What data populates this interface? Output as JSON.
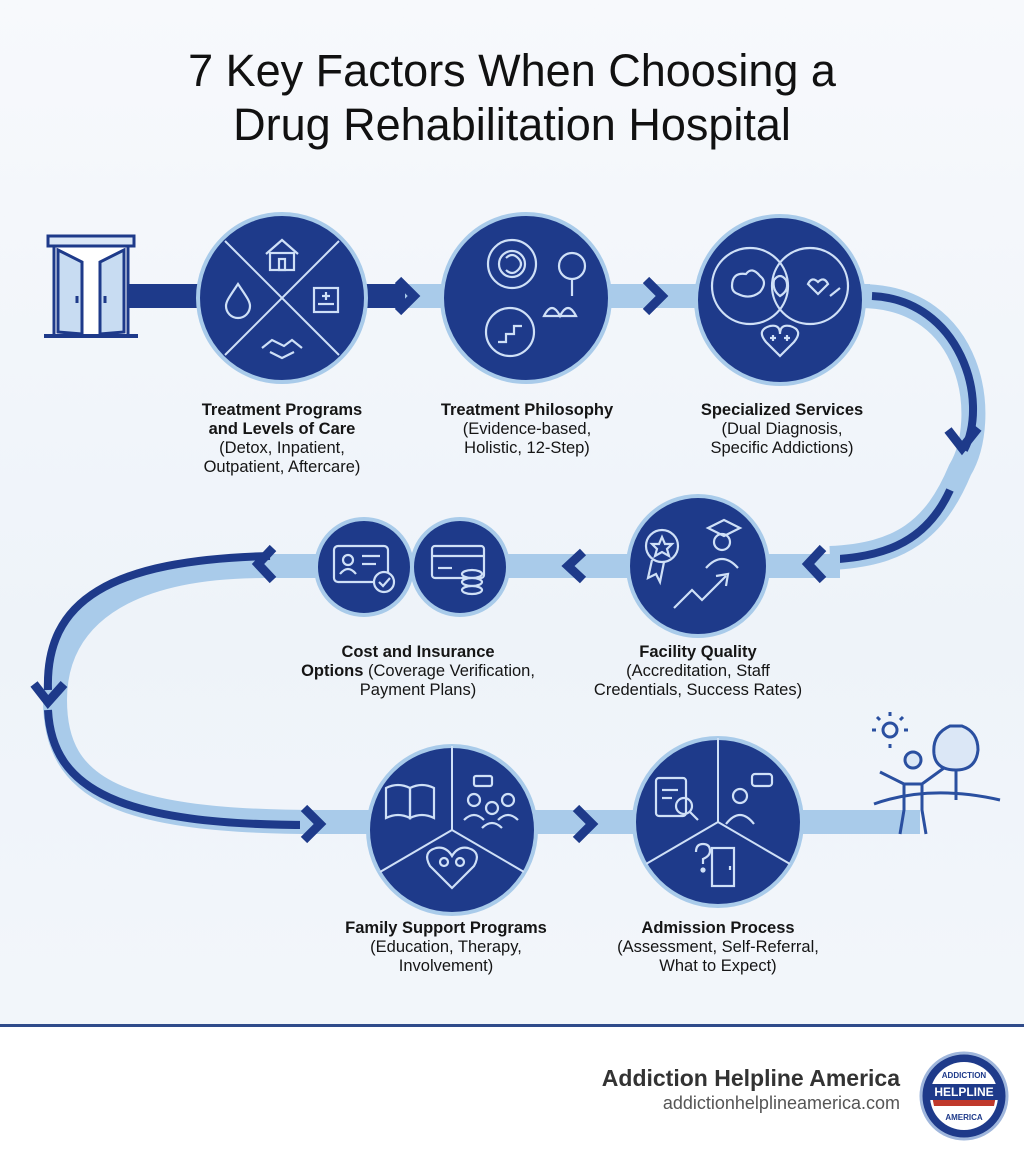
{
  "title": {
    "line1": "7 Key Factors When Choosing a",
    "line2": "Drug Rehabilitation Hospital"
  },
  "colors": {
    "navy": "#1e3a8a",
    "light_path": "#a9cbea",
    "icon_stroke": "#cfe0f7"
  },
  "factors": [
    {
      "title_line1": "Treatment Programs",
      "title_line2": "and Levels of Care",
      "detail_line1": "(Detox, Inpatient,",
      "detail_line2": "Outpatient, Aftercare)",
      "icons": [
        "house-icon",
        "water-drop-icon",
        "hospital-icon",
        "handshake-icon"
      ]
    },
    {
      "title_line1": "Treatment Philosophy",
      "detail_line1": "(Evidence-based,",
      "detail_line2": "Holistic, 12-Step)",
      "icons": [
        "brain-gear-icon",
        "tree-icon",
        "lotus-icon",
        "stairs-cycle-icon"
      ]
    },
    {
      "title_line1": "Specialized Services",
      "detail_line1": "(Dual Diagnosis,",
      "detail_line2": "Specific Addictions)",
      "icons": [
        "brain-icon",
        "heart-pill-icon",
        "heart-plus-icon"
      ]
    },
    {
      "title_line1": "Facility Quality",
      "detail_line1": "(Accreditation, Staff",
      "detail_line2": "Credentials, Success Rates)",
      "icons": [
        "award-badge-icon",
        "graduate-icon",
        "trend-up-icon"
      ]
    },
    {
      "title_line1": "Cost and Insurance",
      "title_line2": "Options",
      "detail_inline": "(Coverage Verification,",
      "detail_line2": "Payment Plans)",
      "icons": [
        "id-card-check-icon",
        "credit-card-coins-icon"
      ]
    },
    {
      "title_line1": "Family Support Programs",
      "detail_line1": "(Education, Therapy,",
      "detail_line2": "Involvement)",
      "icons": [
        "book-icon",
        "group-chat-icon",
        "family-heart-icon"
      ]
    },
    {
      "title_line1": "Admission Process",
      "detail_line1": "(Assessment, Self-Referral,",
      "detail_line2": "What to Expect)",
      "icons": [
        "clipboard-search-icon",
        "phone-call-icon",
        "door-question-icon"
      ]
    }
  ],
  "start_icon": "door-icon",
  "end_icon": "person-sun-tree-icon",
  "footer": {
    "brand_name": "Addiction Helpline America",
    "brand_url": "addictionhelplineamerica.com",
    "logo_top_text": "ADDICTION",
    "logo_mid_text": "HELPLINE",
    "logo_bottom_text": "AMERICA"
  }
}
